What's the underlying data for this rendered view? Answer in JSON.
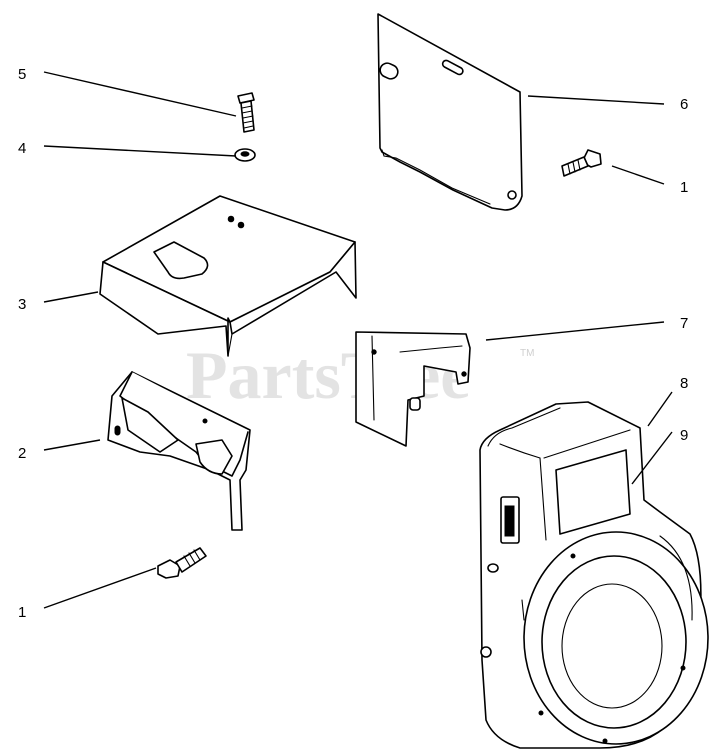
{
  "watermark": {
    "text": "PartsTree",
    "trademark": "TM"
  },
  "callouts": [
    {
      "id": "c5",
      "label": "5"
    },
    {
      "id": "c4",
      "label": "4"
    },
    {
      "id": "c6",
      "label": "6"
    },
    {
      "id": "c1a",
      "label": "1"
    },
    {
      "id": "c3",
      "label": "3"
    },
    {
      "id": "c7",
      "label": "7"
    },
    {
      "id": "c8",
      "label": "8"
    },
    {
      "id": "c9",
      "label": "9"
    },
    {
      "id": "c2",
      "label": "2"
    },
    {
      "id": "c1b",
      "label": "1"
    }
  ]
}
